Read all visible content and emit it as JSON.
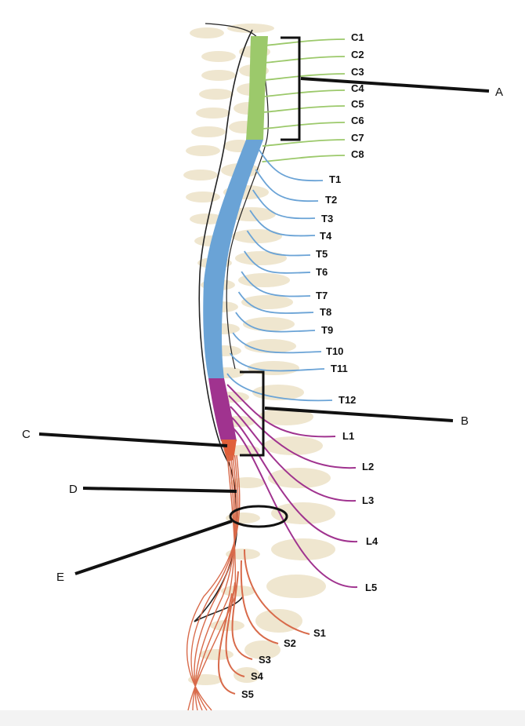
{
  "colors": {
    "bone": "#efe6cf",
    "cervical": "#9cc96b",
    "thoracic": "#6aa3d6",
    "lumbar": "#a0338f",
    "sacral": "#d86a4a",
    "conus": "#e0603a",
    "outline": "#222222"
  },
  "labels": {
    "cervical": [
      "C1",
      "C2",
      "C3",
      "C4",
      "C5",
      "C6",
      "C7",
      "C8"
    ],
    "thoracic": [
      "T1",
      "T2",
      "T3",
      "T4",
      "T5",
      "T6",
      "T7",
      "T8",
      "T9",
      "T10",
      "T11",
      "T12"
    ],
    "lumbar": [
      "L1",
      "L2",
      "L3",
      "L4",
      "L5"
    ],
    "sacral": [
      "S1",
      "S2",
      "S3",
      "S4",
      "S5"
    ]
  },
  "callouts": [
    "A",
    "B",
    "C",
    "D",
    "E"
  ]
}
